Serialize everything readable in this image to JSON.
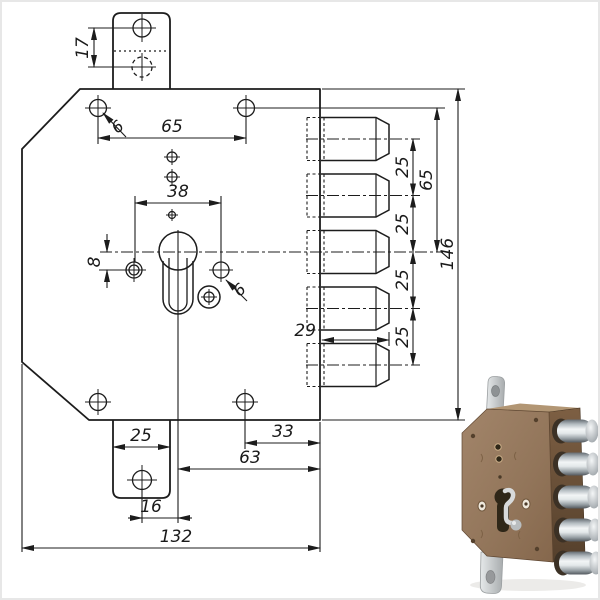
{
  "page": {
    "background": "#ffffff",
    "border_color": "#e7e7e7"
  },
  "drawing": {
    "line_color": "#1c1c1c",
    "dimensions": {
      "tab_hole_spacing": "17",
      "top_hole_spacing": "65",
      "top_hole_diameter": "6",
      "cylinder_hole_spacing": "38",
      "side_hole_offset": "8",
      "side_hole_diameter": "6",
      "pin_pitch": [
        "25",
        "25",
        "25",
        "25"
      ],
      "top_to_center_pin": "65",
      "body_height": "146",
      "bolt_throw": "29",
      "tab_width": "25",
      "hole_to_edge": "33",
      "center_to_edge": "63",
      "tab_hole_to_center": "16",
      "body_width": "132"
    }
  },
  "photo": {
    "body_front_color": "#95785e",
    "body_side_color": "#6b5138",
    "bolt_chrome_color": "#dfe3e5",
    "strip_color": "#d6d9da",
    "bolt_count": 5
  }
}
